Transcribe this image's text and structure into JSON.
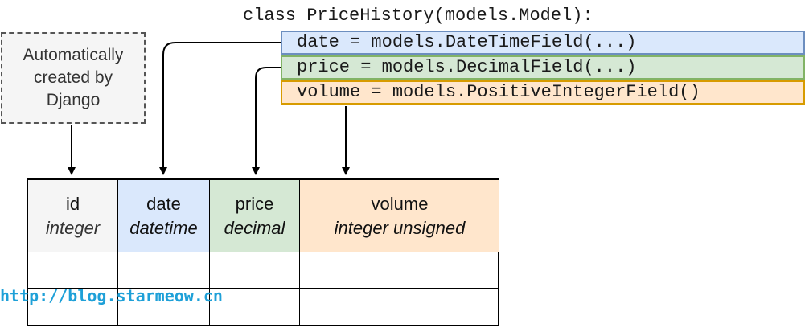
{
  "code": {
    "class_line": "class PriceHistory(models.Model):",
    "fields": [
      {
        "text": "date = models.DateTimeField(...)",
        "color": "#dae8fc",
        "border": "#6c8ebf"
      },
      {
        "text": "price = models.DecimalField(...)",
        "color": "#d5e8d4",
        "border": "#82b366"
      },
      {
        "text": "volume = models.PositiveIntegerField()",
        "color": "#ffe6cc",
        "border": "#d79b00"
      }
    ]
  },
  "note": {
    "lines": [
      "Automatically",
      "created by",
      "Django"
    ]
  },
  "table": {
    "columns": [
      {
        "name": "id",
        "type": "integer",
        "color": "#f5f5f5"
      },
      {
        "name": "date",
        "type": "datetime",
        "color": "#dae8fc"
      },
      {
        "name": "price",
        "type": "decimal",
        "color": "#d5e8d4"
      },
      {
        "name": "volume",
        "type": "integer unsigned",
        "color": "#ffe6cc"
      }
    ]
  },
  "watermark": "http://blog.starmeow.cn"
}
